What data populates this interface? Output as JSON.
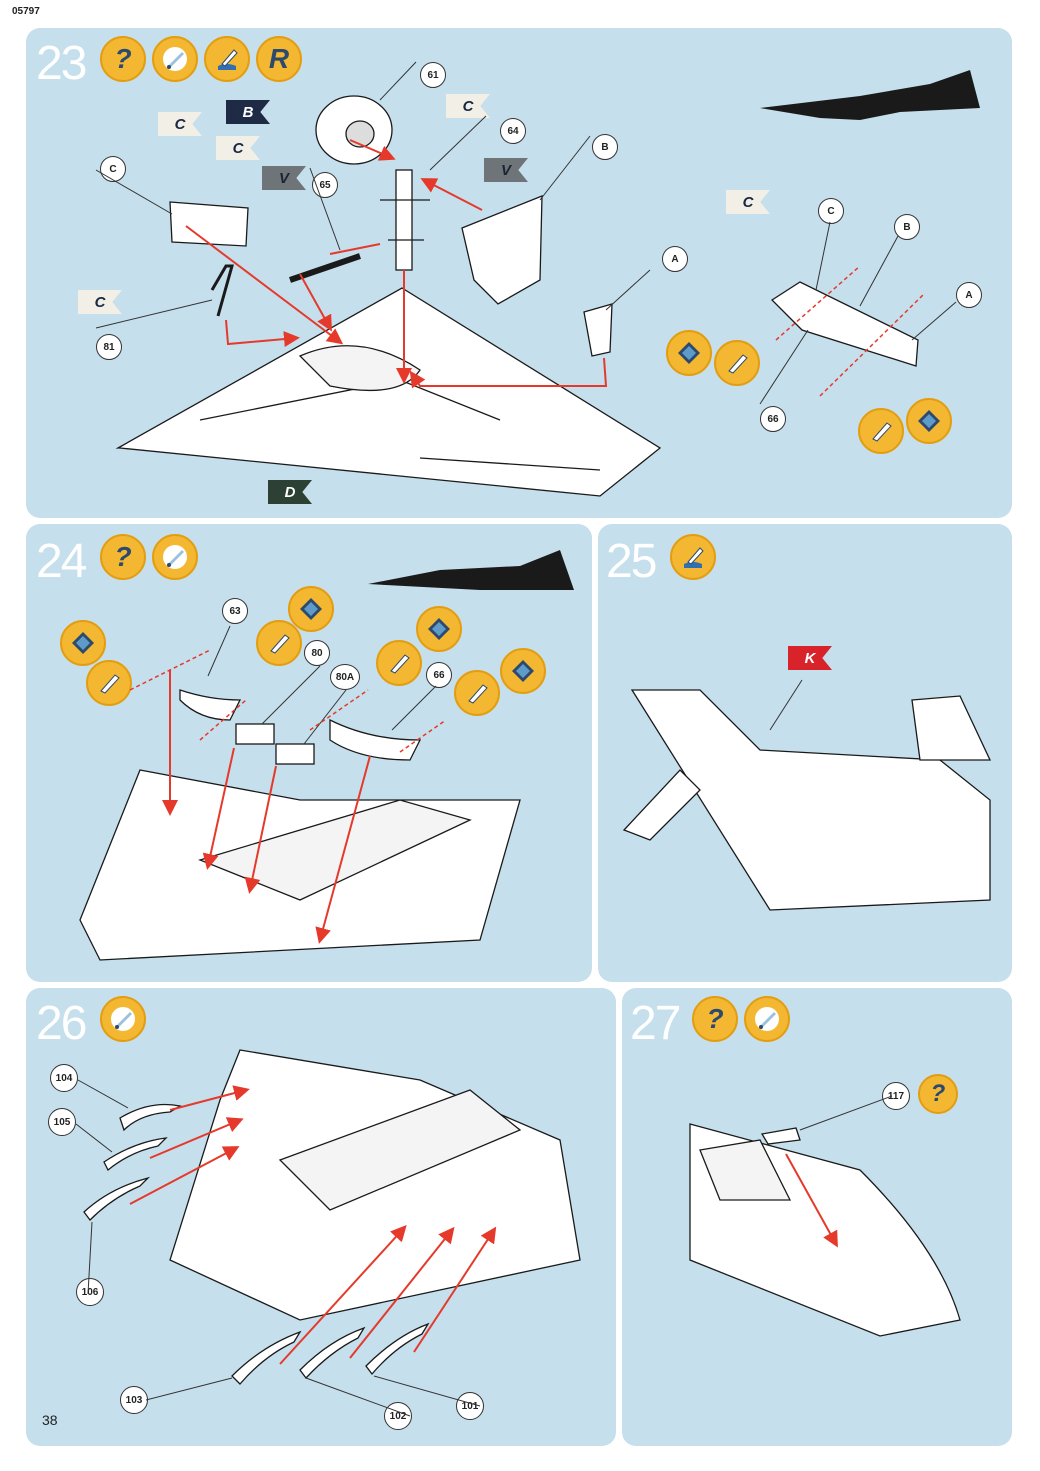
{
  "header": {
    "code": "05797"
  },
  "page_number": "38",
  "steps": [
    {
      "number": "23",
      "icons": [
        "question-icon",
        "glue-icon",
        "paint-brush-icon",
        "r-icon"
      ],
      "r_label": "R",
      "callouts": {
        "c1": "61",
        "c2": "64",
        "c3": "65",
        "c4": "B",
        "c5": "C",
        "c6": "81",
        "c7": "A",
        "c8": "C",
        "c9": "B",
        "c10": "A",
        "c11": "66"
      },
      "flags": {
        "f1": "B",
        "f2": "C",
        "f3": "C",
        "f4": "C",
        "f5": "V",
        "f6": "V",
        "f7": "C",
        "f8": "D",
        "f9": "C"
      }
    },
    {
      "number": "24",
      "icons": [
        "question-icon",
        "glue-icon"
      ],
      "callouts": {
        "c1": "63",
        "c2": "80",
        "c3": "80A",
        "c4": "66"
      }
    },
    {
      "number": "25",
      "icons": [
        "paint-brush-icon"
      ],
      "flags": {
        "f1": "K"
      }
    },
    {
      "number": "26",
      "icons": [
        "glue-icon"
      ],
      "callouts": {
        "c1": "104",
        "c2": "105",
        "c3": "106",
        "c4": "103",
        "c5": "102",
        "c6": "101"
      }
    },
    {
      "number": "27",
      "icons": [
        "question-icon",
        "glue-icon"
      ],
      "callouts": {
        "c1": "117"
      }
    }
  ],
  "question_label": "?",
  "colors": {
    "panel": "#c5dfec",
    "icon": "#f4b731",
    "arrow": "#e53a2b",
    "silhouette": "#1a1a1a"
  }
}
